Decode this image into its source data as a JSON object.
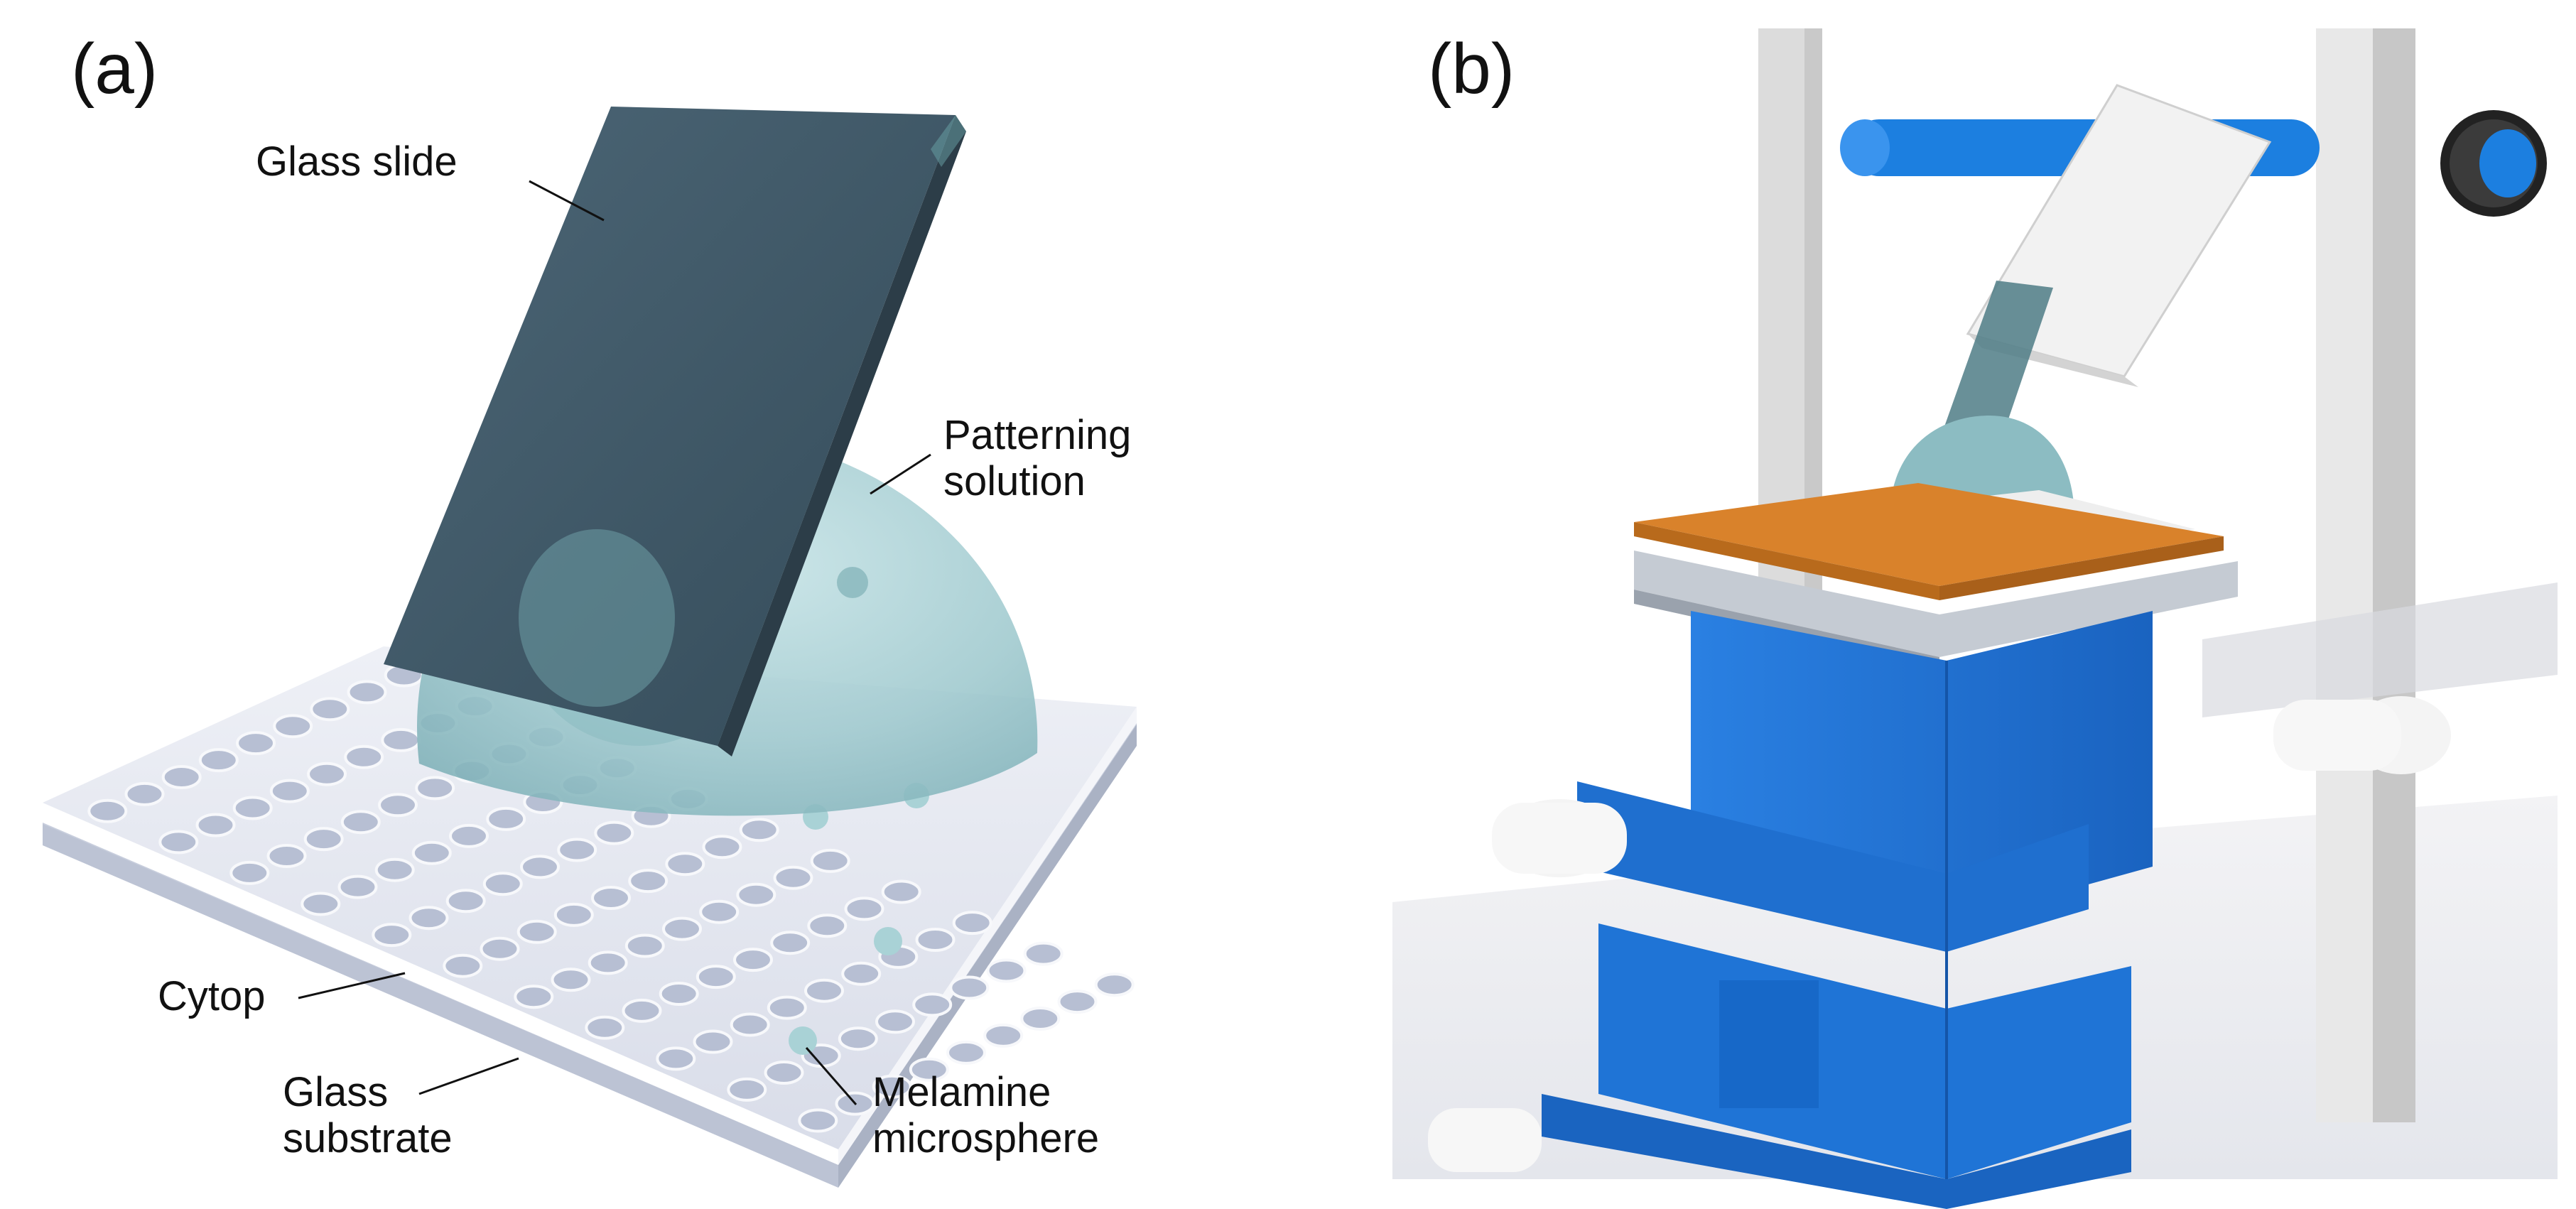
{
  "figure": {
    "panel_a": {
      "letter": "(a)",
      "labels": {
        "glass_slide": "Glass slide",
        "patterning_solution_1": "Patterning",
        "patterning_solution_2": "solution",
        "cytop": "Cytop",
        "glass_substrate_1": "Glass",
        "glass_substrate_2": "substrate",
        "melamine_1": "Melamine",
        "melamine_2": "microsphere"
      }
    },
    "panel_b": {
      "letter": "(b)"
    }
  },
  "colors": {
    "slide": "#3f5a6b",
    "droplet": "#9cc9cf",
    "substrate": "#dde2ee",
    "stage_blue": "#1f74d6",
    "rod_blue": "#1c7fe0",
    "heater_orange": "#d9822b",
    "frame_gray": "#e6e6e6"
  }
}
